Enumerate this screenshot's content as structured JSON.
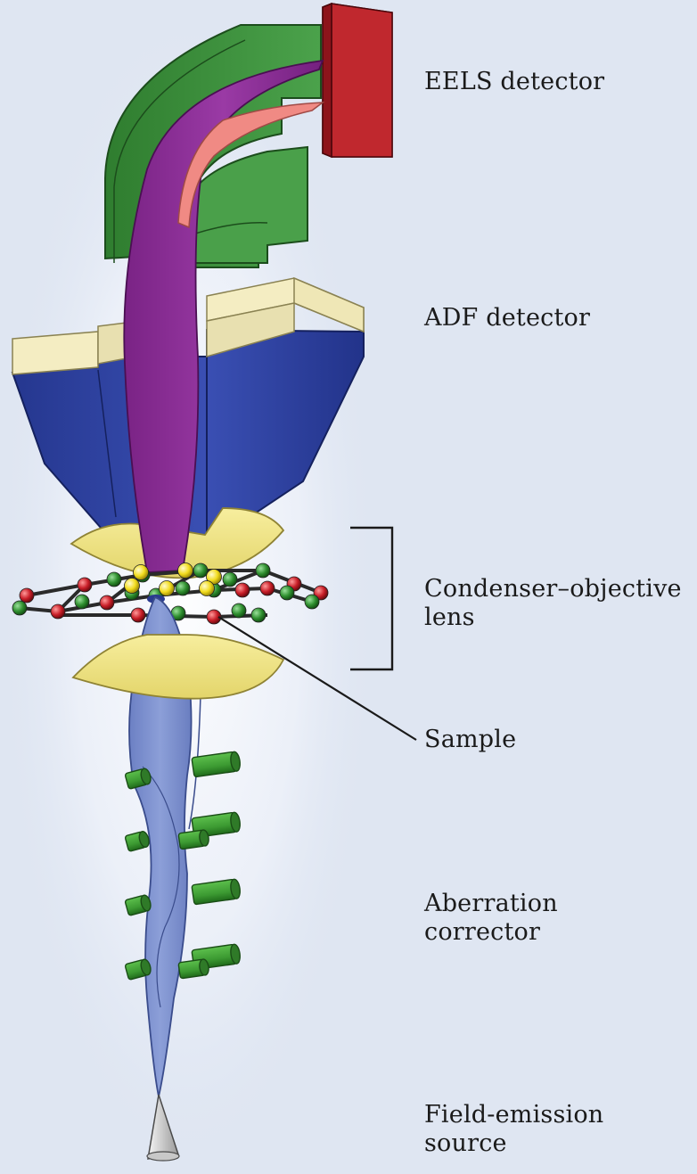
{
  "labels": {
    "eels_detector": "EELS detector",
    "adf_detector": "ADF detector",
    "condenser_objective_lens": {
      "line1": "Condenser–objective",
      "line2": "lens"
    },
    "sample": "Sample",
    "aberration_corrector": {
      "line1": "Aberration",
      "line2": "corrector"
    },
    "field_emission_source": {
      "line1": "Field-emission",
      "line2": "source"
    }
  },
  "colors": {
    "background": "#dfe6f2",
    "glow": "#ffffff",
    "eels_magnet": "#3a8a3a",
    "eels_detector": "#c0282e",
    "adf_detector": "#2d3f9e",
    "adf_rim": "#f4edc2",
    "primary_beam": "#8a2c95",
    "energy_loss_beam": "#f08a84",
    "lens_pole": "#efe48a",
    "incident_beam": "#7f92cf",
    "atom_green": "#2f8f2f",
    "atom_red": "#c81e28",
    "atom_yellow": "#f2dc1e",
    "corrector_coil": "#3c9a32",
    "source_tip": "#d9d9d9"
  }
}
